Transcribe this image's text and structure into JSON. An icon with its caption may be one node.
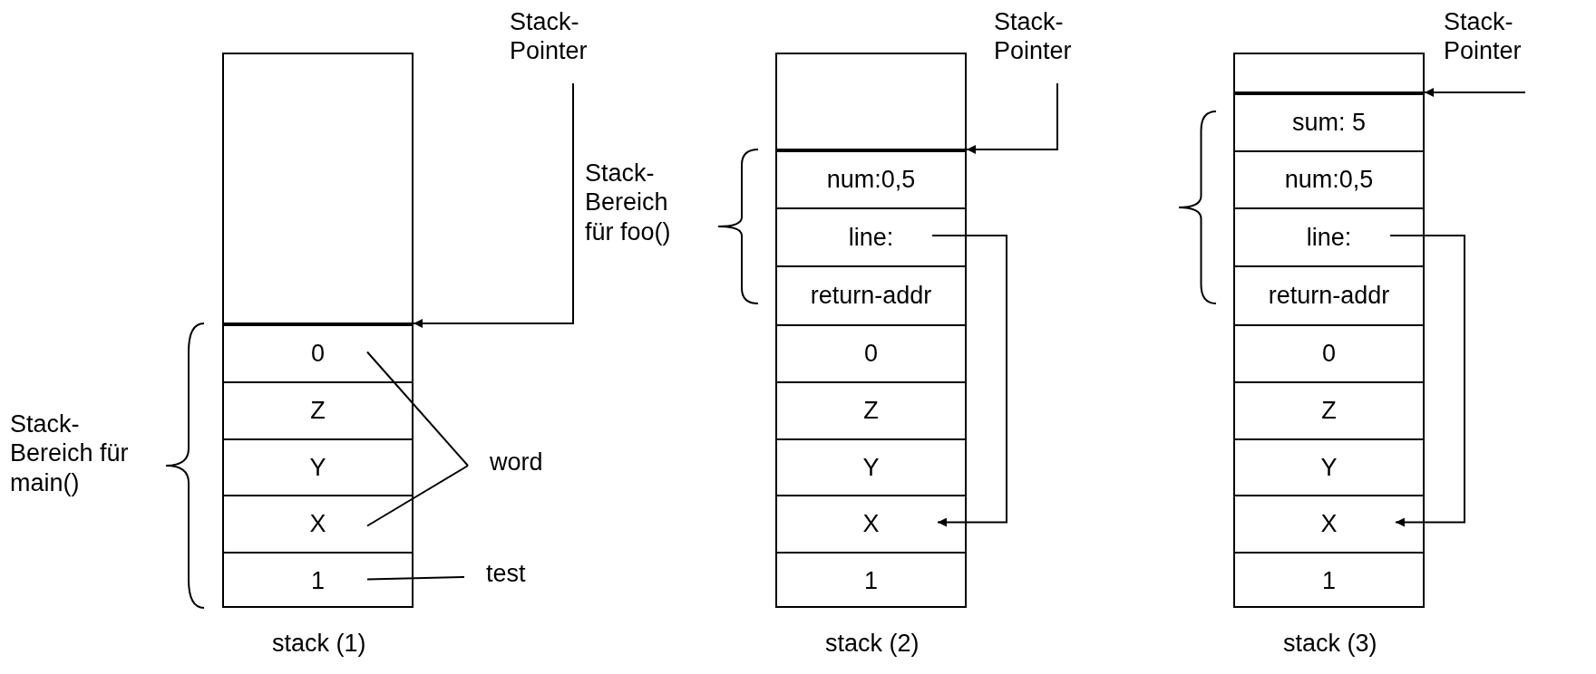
{
  "diagram": {
    "nodes": [
      {
        "text": [],
        "shape": "box",
        "beside": [
          "stack (1)"
        ]
      },
      {
        "text": [],
        "shape": "box",
        "in": 0
      },
      {
        "text": [
          "0"
        ],
        "in": 0
      },
      {
        "text": [
          "Z"
        ],
        "in": 0
      },
      {
        "text": [
          "Y"
        ],
        "in": 0
      },
      {
        "text": [
          "X"
        ],
        "in": 0
      },
      {
        "text": [
          "1"
        ],
        "in": 0
      },
      {
        "text": [
          "Stack- Pointer"
        ]
      },
      {
        "text": [
          "word"
        ]
      },
      {
        "text": [
          "test"
        ]
      },
      {
        "text": [],
        "shape": "box",
        "beside": [
          "stack (2)"
        ]
      },
      {
        "text": [],
        "shape": "box",
        "in": 10
      },
      {
        "text": [
          "num:0,5"
        ],
        "in": 10
      },
      {
        "text": [
          "line:"
        ],
        "in": 10
      },
      {
        "text": [
          "return-addr"
        ],
        "in": 10
      },
      {
        "text": [
          "0"
        ],
        "in": 10
      },
      {
        "text": [
          "Z"
        ],
        "in": 10
      },
      {
        "text": [
          "Y"
        ],
        "in": 10
      },
      {
        "text": [
          "X"
        ],
        "in": 10
      },
      {
        "text": [
          "1"
        ],
        "in": 10
      },
      {
        "text": [
          "Stack- Pointer"
        ]
      },
      {
        "text": [],
        "shape": "box",
        "beside": [
          "stack (3)"
        ]
      },
      {
        "text": [],
        "shape": "box",
        "in": 21
      },
      {
        "text": [
          "sum: 5"
        ],
        "in": 21
      },
      {
        "text": [
          "num:0,5"
        ],
        "in": 21
      },
      {
        "text": [
          "line:"
        ],
        "in": 21
      },
      {
        "text": [
          "return-addr"
        ],
        "in": 21
      },
      {
        "text": [
          "0"
        ],
        "in": 21
      },
      {
        "text": [
          "Z"
        ],
        "in": 21
      },
      {
        "text": [
          "Y"
        ],
        "in": 21
      },
      {
        "text": [
          "X"
        ],
        "in": 21
      },
      {
        "text": [
          "1"
        ],
        "in": 21
      },
      {
        "text": [
          "Stack- Pointer"
        ]
      }
    ],
    "edges": [
      {
        "from": 7,
        "to": 2,
        "arrow": "to"
      },
      {
        "from": 8,
        "to": 2,
        "arrow": "none"
      },
      {
        "from": 8,
        "to": 5,
        "arrow": "none"
      },
      {
        "from": 9,
        "to": 6,
        "arrow": "none"
      },
      {
        "from": 20,
        "to": 12,
        "arrow": "to"
      },
      {
        "from": 13,
        "to": 18,
        "arrow": "to"
      },
      {
        "from": 32,
        "to": 23,
        "arrow": "to"
      },
      {
        "from": 25,
        "to": 30,
        "arrow": "to"
      }
    ],
    "labels": [
      "Stack- Bereich für main()",
      "Stack- Bereich für foo()"
    ]
  }
}
